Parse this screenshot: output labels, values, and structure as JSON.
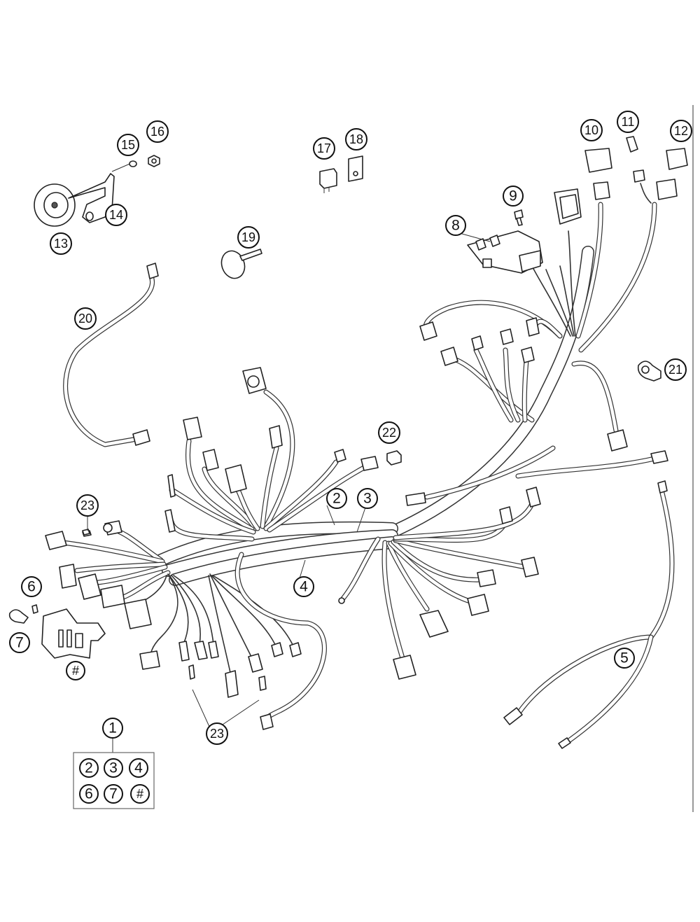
{
  "diagram": {
    "part_callouts": [
      "1",
      "2",
      "3",
      "4",
      "5",
      "6",
      "7",
      "8",
      "9",
      "10",
      "11",
      "12",
      "13",
      "14",
      "15",
      "16",
      "17",
      "18",
      "19",
      "20",
      "21",
      "22",
      "23",
      "#"
    ],
    "kit_contents": [
      "2",
      "3",
      "4",
      "6",
      "7",
      "#"
    ]
  }
}
